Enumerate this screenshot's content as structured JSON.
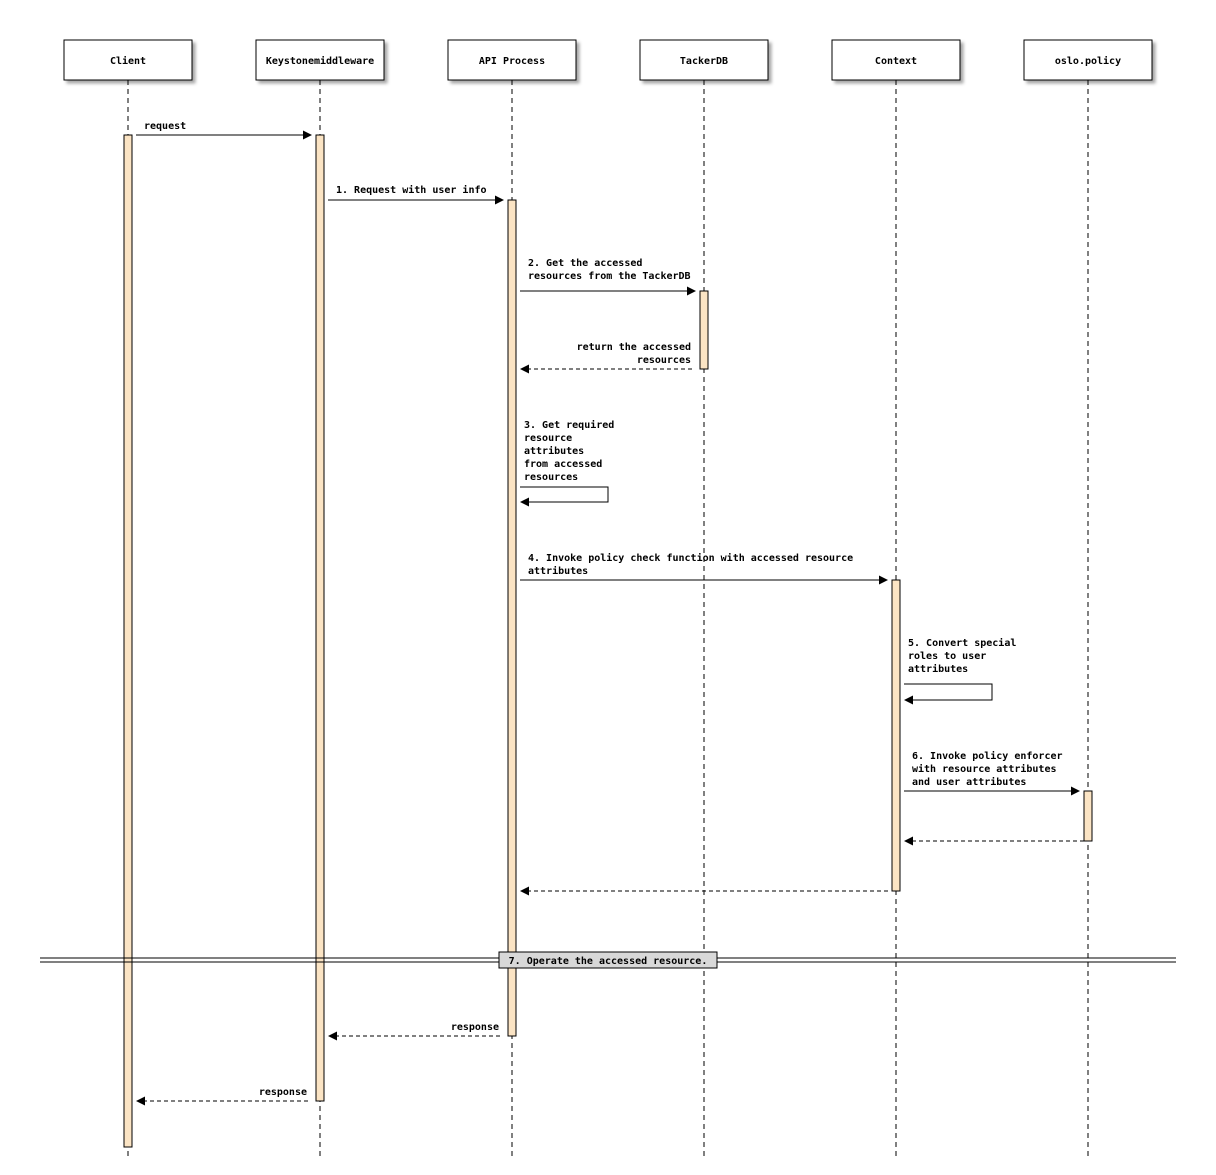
{
  "diagram": {
    "colors": {
      "activation_fill": "#fbe4c4",
      "line": "#000000",
      "note_fill": "#d8d8d8",
      "participant_fill": "#ffffff"
    },
    "participants": [
      {
        "id": "client",
        "label": "Client"
      },
      {
        "id": "keystone",
        "label": "Keystonemiddleware"
      },
      {
        "id": "api",
        "label": "API Process"
      },
      {
        "id": "tackerdb",
        "label": "TackerDB"
      },
      {
        "id": "context",
        "label": "Context"
      },
      {
        "id": "oslo",
        "label": "oslo.policy"
      }
    ],
    "messages": [
      {
        "id": "m-request",
        "from": "client",
        "to": "keystone",
        "type": "sync",
        "lines": [
          "request"
        ]
      },
      {
        "id": "m-step1",
        "from": "keystone",
        "to": "api",
        "type": "sync",
        "lines": [
          "1. Request with user info"
        ]
      },
      {
        "id": "m-step2",
        "from": "api",
        "to": "tackerdb",
        "type": "sync",
        "lines": [
          "2. Get the accessed",
          "resources from the TackerDB"
        ]
      },
      {
        "id": "m-return-resources",
        "from": "tackerdb",
        "to": "api",
        "type": "return",
        "lines": [
          "return the accessed",
          "resources"
        ]
      },
      {
        "id": "m-step3",
        "from": "api",
        "to": "api",
        "type": "self",
        "lines": [
          "3. Get required",
          "resource",
          "attributes",
          "from accessed",
          "resources"
        ]
      },
      {
        "id": "m-step4",
        "from": "api",
        "to": "context",
        "type": "sync",
        "lines": [
          "4. Invoke policy check function with accessed resource",
          "attributes"
        ]
      },
      {
        "id": "m-step5",
        "from": "context",
        "to": "context",
        "type": "self",
        "lines": [
          "5. Convert special",
          "roles to user",
          "attributes"
        ]
      },
      {
        "id": "m-step6",
        "from": "context",
        "to": "oslo",
        "type": "sync",
        "lines": [
          "6. Invoke policy enforcer",
          "with resource attributes",
          "and user attributes"
        ]
      },
      {
        "id": "m-return-policy",
        "from": "oslo",
        "to": "context",
        "type": "return",
        "lines": []
      },
      {
        "id": "m-return-context",
        "from": "context",
        "to": "api",
        "type": "return",
        "lines": []
      },
      {
        "id": "m-response-api",
        "from": "api",
        "to": "keystone",
        "type": "return",
        "lines": [
          "response"
        ]
      },
      {
        "id": "m-response-keystone",
        "from": "keystone",
        "to": "client",
        "type": "return",
        "lines": [
          "response"
        ]
      }
    ],
    "divider": {
      "label": "7. Operate the accessed resource."
    }
  }
}
